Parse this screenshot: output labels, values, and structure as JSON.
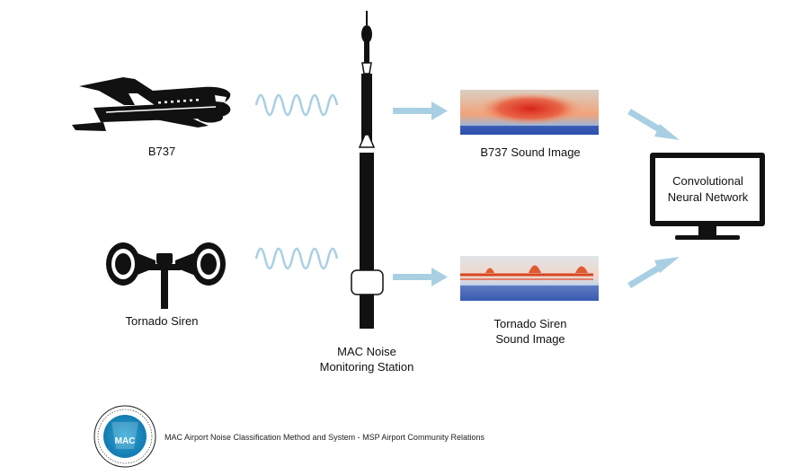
{
  "sources": {
    "aircraft_label": "B737",
    "siren_label": "Tornado Siren"
  },
  "station": {
    "label_lines": [
      "MAC Noise",
      "Monitoring Station"
    ]
  },
  "images": {
    "b737_label": "B737 Sound Image",
    "siren_label_lines": [
      "Tornado Siren",
      "Sound Image"
    ]
  },
  "network": {
    "label_lines": [
      "Convolutional",
      "Neural Network"
    ]
  },
  "footer": {
    "logo_text": "MAC",
    "caption": "MAC Airport Noise Classification Method and System -  MSP Airport Community Relations"
  },
  "colors": {
    "wave": "#a9cfe3",
    "arrow": "#a9cfe3",
    "logo": "#1f8fc0"
  }
}
